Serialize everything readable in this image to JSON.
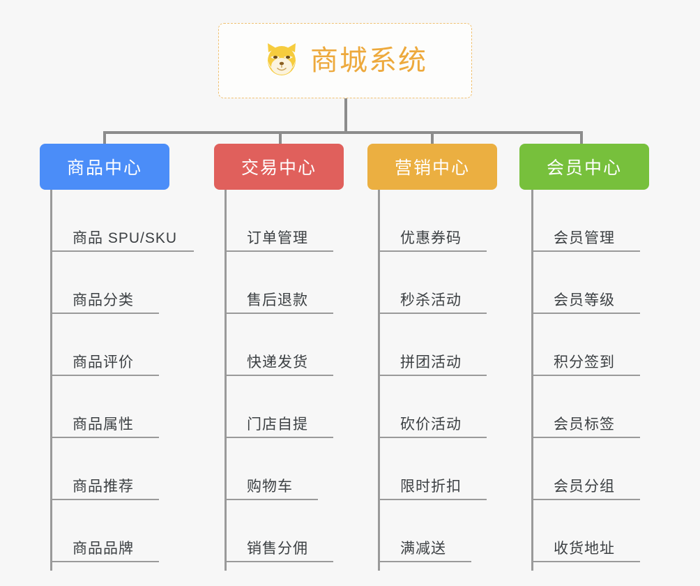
{
  "diagram": {
    "type": "org-chart",
    "root": {
      "label": "商城系统",
      "icon": "shiba-dog-icon",
      "border_color": "#f0c070",
      "text_color": "#EDA93C"
    },
    "connector_color": "#8c8c8c",
    "leaf_rule_color": "#9a9a9a",
    "background": "#f7f7f7",
    "branches": [
      {
        "label": "商品中心",
        "color": "#4B8DF8",
        "items": [
          "商品 SPU/SKU",
          "商品分类",
          "商品评价",
          "商品属性",
          "商品推荐",
          "商品品牌"
        ]
      },
      {
        "label": "交易中心",
        "color": "#E0605C",
        "items": [
          "订单管理",
          "售后退款",
          "快递发货",
          "门店自提",
          "购物车",
          "销售分佣"
        ]
      },
      {
        "label": "营销中心",
        "color": "#EBAF41",
        "items": [
          "优惠券码",
          "秒杀活动",
          "拼团活动",
          "砍价活动",
          "限时折扣",
          "满减送"
        ]
      },
      {
        "label": "会员中心",
        "color": "#77C03C",
        "items": [
          "会员管理",
          "会员等级",
          "积分签到",
          "会员标签",
          "会员分组",
          "收货地址"
        ]
      }
    ]
  }
}
